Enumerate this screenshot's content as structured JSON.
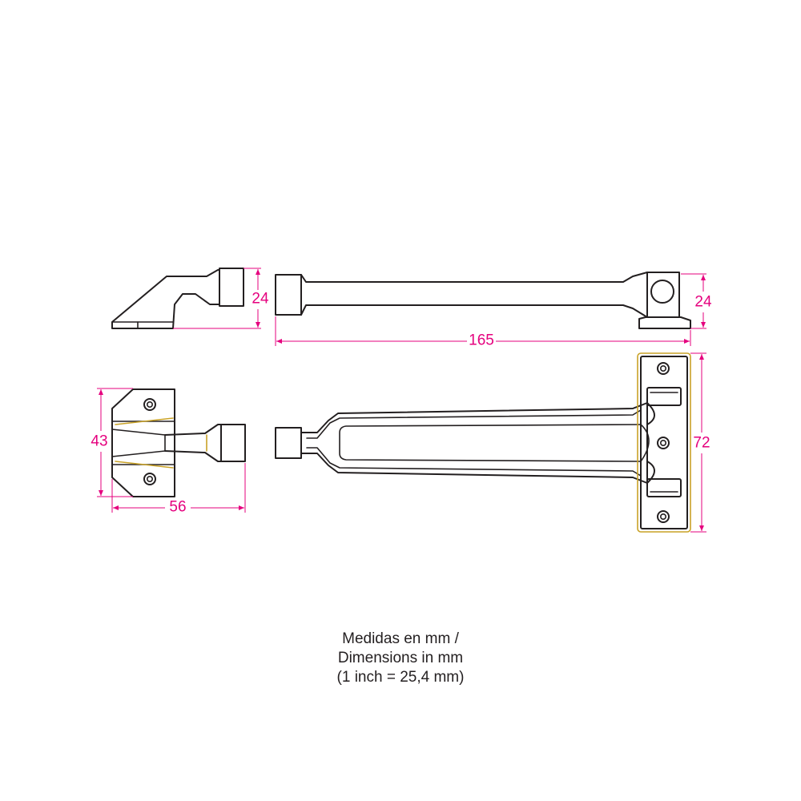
{
  "colors": {
    "outline": "#231f20",
    "dimension": "#e5007e",
    "brass": "#c9a227"
  },
  "dimensions": {
    "shoe_height": "24",
    "arm_length": "165",
    "arm_height": "24",
    "keeper_height": "43",
    "keeper_width": "56",
    "plate_height": "72"
  },
  "caption": {
    "line1": "Medidas en mm /",
    "line2": "Dimensions in mm",
    "line3": "(1 inch = 25,4 mm)"
  }
}
